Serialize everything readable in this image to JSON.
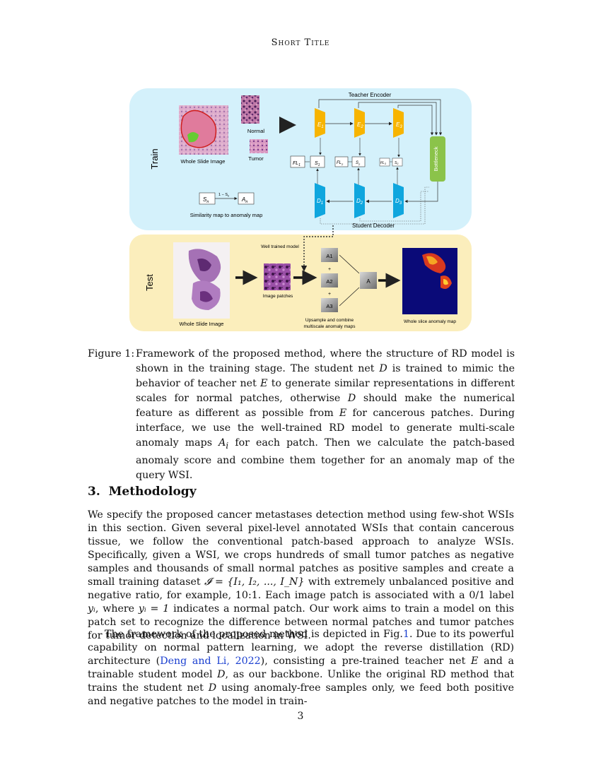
{
  "header": {
    "running_title": "Short Title"
  },
  "figure": {
    "train_label": "Train",
    "test_label": "Test",
    "teacher_encoder": "Teacher Encoder",
    "student_decoder": "Student Decoder",
    "bottleneck": "Bottleneck",
    "normal": "Normal",
    "tumor": "Tumor",
    "whole_slide_image": "Whole Slide Image",
    "similarity_to_anomaly": "Similarity map to anomaly map",
    "sn": "S",
    "sn_sub": "n",
    "an": "A",
    "an_sub": "n",
    "arrow_expr": "1 − S",
    "arrow_expr_sub": "n",
    "e1": "E",
    "e1_sub": "1",
    "e2": "E",
    "e2_sub": "2",
    "e3": "E",
    "e3_sub": "3",
    "d1": "D",
    "d1_sub": "1",
    "d2": "D",
    "d2_sub": "2",
    "d3": "D",
    "d3_sub": "3",
    "fl1": "FL",
    "fl1_sub": "1",
    "fl2": "FL",
    "fl2_sub": "2",
    "fl3": "FL",
    "fl3_sub": "3",
    "s1": "S",
    "s1_sub": "1",
    "s2": "S",
    "s2_sub": "2",
    "s3": "S",
    "s3_sub": "3",
    "well_trained": "Well trained model",
    "image_patches": "Image patches",
    "a1": "A1",
    "a2": "A2",
    "a3": "A3",
    "a": "A",
    "plus": "+",
    "upsample_line1": "Upsample and combine",
    "upsample_line2": "multiscale anomaly maps",
    "whole_slice_map": "Whole slice anomaly map"
  },
  "caption": {
    "label": "Figure 1:",
    "text_before_D": "Framework of the proposed method, where the structure of RD model is shown in the training stage. The student net ",
    "D": "D",
    "text_mid1": " is trained to mimic the behavior of teacher net ",
    "E": "E",
    "text_mid2": " to generate similar representations in different scales for normal patches, otherwise ",
    "text_mid3": " should make the numerical feature as different as possible from ",
    "text_mid4": " for cancerous patches. During interface, we use the well-trained RD model to generate multi-scale anomaly maps ",
    "Ai": "A",
    "Ai_sub": "i",
    "text_end": " for each patch. Then we calculate the patch-based anomaly score and combine them together for an anomaly map of the query WSI."
  },
  "section": {
    "number": "3.",
    "title": "Methodology"
  },
  "paragraph1": {
    "t1": "We specify the proposed cancer metastases detection method using few-shot WSIs in this section. Given several pixel-level annotated WSIs that contain cancerous tissue, we follow the conventional patch-based approach to analyze WSIs. Specifically, given a WSI, we crops hundreds of small tumor patches as negative samples and thousands of small normal patches as positive samples and create a small training dataset ",
    "math_set": "𝓘 = {I₁, I₂, ..., I_N}",
    "t2": " with extremely unbalanced positive and negative ratio, for example, 10:1. Each image patch is associated with a 0/1 label ",
    "yi": "yᵢ",
    "t3": ", where ",
    "yi_eq": "yᵢ = 1",
    "t4": " indicates a normal patch. Our work aims to train a model on this patch set to recognize the difference between normal patches and tumor patches for tumor detection and localization in WSI."
  },
  "paragraph2": {
    "t1": "The framework of the proposed method is depicted in Fig.",
    "figref": "1",
    "t2": ". Due to its powerful capability on normal pattern learning, we adopt the reverse distillation (RD) architecture (",
    "cite": "Deng and Li, 2022",
    "t3": "), consisting a pre-trained teacher net ",
    "E": "E",
    "t4": " and a trainable student model ",
    "D": "D",
    "t5": ", as our backbone. Unlike the original RD method that trains the student net ",
    "t6": " using anomaly-free samples only, we feed both positive and negative patches to the model in train-"
  },
  "footer": {
    "page": "3"
  },
  "colors": {
    "train_bg": "#d4f1fb",
    "test_bg": "#fbeebc",
    "encoder": "#f7b400",
    "decoder": "#0fa6de",
    "bottleneck": "#8bc34a",
    "link": "#1a3fd0"
  }
}
